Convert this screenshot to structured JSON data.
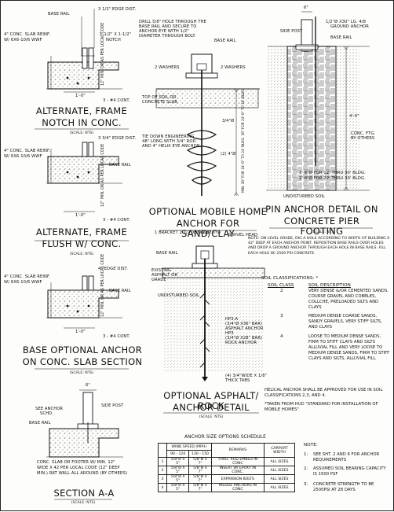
{
  "details": {
    "notch": {
      "title_l1": "ALTERNATE, FRAME",
      "title_l2": "NOTCH IN CONC.",
      "scale": "(SCALE: NTS)",
      "labels": {
        "base_rail": "BASE RAIL",
        "edge": "3 1/2\" EDGE DIST.",
        "slab_reinf": "4\" CONC. SLAB REINF.",
        "wwf": "W/ 6X6-10/6 WWF",
        "notch": "1-1/2\" X 1-1/2\"",
        "notch2": "NOTCH",
        "footing": "12\" MIN. OR AS PER LOCAL CODE",
        "dim": "1'-0\"",
        "cont": "3 - #4 CONT."
      }
    },
    "flush": {
      "title_l1": "ALTERNATE, FRAME",
      "title_l2": "FLUSH W/ CONC.",
      "scale": "(SCALE: NTS)",
      "labels": {
        "edge": "3 3/4\" EDGE DIST.",
        "slab_reinf": "4\" CONC. SLAB REINF.",
        "wwf": "W/ 6X6-10/6 WWF",
        "base_rail": "BASE RAIL",
        "footing": "12\" MIN. OR AS PER LOCAL CODE",
        "dim": "1'-0\"",
        "cont": "3 - #4 CONT."
      }
    },
    "base": {
      "title_l1": "BASE OPTIONAL ANCHOR",
      "title_l2": "ON CONC. SLAB SECTION",
      "scale": "(SCALE: NTS)",
      "labels": {
        "edge": "4\" EDGE DIST.",
        "slab_reinf": "4\" CONC. SLAB REINF.",
        "wwf": "W/ 6X6-10/6 WWF",
        "base_rail": "BASE RAIL",
        "footing": "12\" MIN. OR AS PER LOCAL CODE",
        "dim": "1'-0\"",
        "cont": "3 - #4 CONT."
      }
    },
    "section": {
      "title": "SECTION A-A",
      "scale": "(SCALE: NTS)",
      "labels": {
        "dim_top": "6\"",
        "see_anchor": "SEE ANCHOR",
        "see_anchor2": "SCHD.",
        "base_rail": "BASE RAIL",
        "side_post": "SIDE POST",
        "footer": "CONC. SLAB OR FOOTER W/ MIN. 12\"",
        "footer2": "WIDE X 42 PER LOCAL CODE (12\" DEEP",
        "footer3": "MIN.) RAT WALL ALL AROUND (BY OTHERS)"
      }
    },
    "mobile": {
      "title_l1": "OPTIONAL MOBILE HOME",
      "title_l2": "ANCHOR FOR SAND/CLAY",
      "scale": "(SCALE: NTS)",
      "labels": {
        "drill": "DRILL 5/8\" HOLE THROUGH THE",
        "drill2": "BASE RAIL AND SECURE TO",
        "drill3": "ANCHOR EYE WITH 1/2\"",
        "drill4": "DIAMETER THROUGH BOLT.",
        "base_rail": "BASE RAIL",
        "washers_l": "2 WASHERS",
        "washers_r": "2 WASHERS",
        "top_soil": "TOP OF SOIL OR",
        "top_soil2": "CONCRETE SLAB",
        "rod": "3/4\"Ø",
        "tiedown": "TIE DOWN ENGINEERING",
        "tiedown2": "48\" LONG WITH 3/4\" ROD",
        "tiedown3": "AND 4\" HELIX EYE ANCHOR.",
        "helix": "(2) 4\"Ø",
        "depth": "MIN. 30\" FOR 18'-0\" TO 24' BLDG. 36\" FOR 24'-0\" TO 30' BLDG."
      }
    },
    "pin": {
      "title_l1": "PIN ANCHOR DETAIL ON",
      "title_l2": "CONCRETE PIER FOOTING",
      "scale": "(SCALE: NTS)",
      "labels": {
        "dim_top": "6\"",
        "side_post": "SIDE POST",
        "anchor": "1/2\"Ø X30\" LG. 4/8",
        "anchor2": "GROUND ANCHOR",
        "base_rail": "BASE RAIL",
        "depth": "4'-0\"",
        "ftg": "CONC. FTG.",
        "ftg2": "BY OTHERS",
        "dia1": "1'-6\"Ø FOR 12' THRU 30' BLDG.",
        "dia2": "2'-6\"Ø FOR 22' THRU 30' BLDG.",
        "undisturbed": "UNDISTURBED SOIL"
      },
      "note": "NOTE: ON LEVEL GRADE, DIG A HOLE ACCORDING TO WIDTH OF BUILDING X 42\" DEEP AT EACH ANCHOR POINT. REPOSITION BASE RAILS OVER HOLES AND DROP A GROUND ANCHOR THROUGH EACH HOLE IN BASE RAILS. FILL EACH HOLE W/ 2500 PSI CONCRETE."
    },
    "asphalt": {
      "title_l1": "OPTIONAL ASPHALT/ ROCK",
      "title_l2": "ANCHOR DETAIL",
      "scale": "(SCALE: NTS)",
      "labels": {
        "bracket": "1 BRACKET 2 1/2\"X5\"X1/8\"",
        "swivel": "SWIVEL HEAD",
        "base_rail": "BASE RAIL",
        "existing": "EXISTING",
        "existing2": "ASPHALT OR",
        "existing3": "GRADE",
        "undisturbed": "UNDISTURBED SOIL",
        "hp3a": "HP3-A",
        "hp3a2": "(3/4\"Ø X36\" BAR)",
        "hp3a3": "ASPHALT ANCHOR",
        "hp3": "HP3",
        "hp32": "(3/4\"Ø X28\" BAR)",
        "hp33": "ROCK ANCHOR",
        "tabs": "(4) 3/4\"WIDE X 1/8\"",
        "tabs2": "THICK TABS"
      }
    }
  },
  "soil": {
    "heading": "SOIL CLASSIFICATIONS: *",
    "col_class": "SOIL CLASS",
    "col_desc": "SOIL DESCRIPTION",
    "rows": [
      {
        "cls": "2",
        "desc": "VERY DENSE &/OR CEMENTED SANDS, COURSE GRAVEL AND COBBLES, COLLCHE, PRELOADED SILTS AND CLAYS"
      },
      {
        "cls": "3",
        "desc": "MEDIUM DENSE COARSE SANDS, SANDY GRAVELS, VERY STIFF SILTS, AND CLAYS"
      },
      {
        "cls": "4",
        "desc": "LOOSE TO MEDIUM DENSE SANDS, FIRM TO STIFF CLAYS AND SILTS ALLUVIAL FILL AND VERY LOOSE TO MEDIUM DENSE SANDS, FIRM TO STIFF CLAYS AND SILTS, ALLUVIAL FILL"
      }
    ],
    "helical": "HELICAL ANCHOR SHALL BE APPROVED FOR USE IN SOIL CLASSIFICATIONS 2,3, AND 4.",
    "source": "*TAKEN FROM HUD \"STANDARD FOR INSTALLATION OF MOBILE HOMES\""
  },
  "schedule": {
    "title": "ANCHOR SIZE OPTIONS SCHEDULE",
    "wind_header": "WIND SPEED (MPH)",
    "cols": [
      "90 - 120",
      "130 - 150",
      "REMARKS",
      "CARPORT WIDTH"
    ],
    "rows": [
      {
        "n": "1",
        "a": "5/8\"Ø X 5\"",
        "b": "5/8\"Ø X 7\"",
        "r": "THRD. ROD EMBED IN CONC",
        "w": "ALL SIZES"
      },
      {
        "n": "2",
        "a": "5/8\"Ø X 5\"",
        "b": "5/8\"Ø X 7\"",
        "r": "INSERT W/ EPOXY IN CONC.",
        "w": "ALL SIZES"
      },
      {
        "n": "3",
        "a": "5/8\"Ø X 5\"",
        "b": "5/8\"Ø X 7\"",
        "r": "EXPANSION BOLTS",
        "w": "ALL SIZES"
      },
      {
        "n": "4",
        "a": "5/8\"Ø X 5\"",
        "b": "5/8\"Ø X 7\"",
        "r": "WEDGE ANCHORS IN CONC",
        "w": "ALL SIZES"
      }
    ]
  },
  "notes": {
    "heading": "NOTE:",
    "items": [
      {
        "n": "1:",
        "t": "SEE SHT. 2 AND 6 FOR ANCHOR REQUIREMENTS"
      },
      {
        "n": "2:",
        "t": "ASSUMED SOIL BEARING CAPACITY IS 1500 PSF"
      },
      {
        "n": "3:",
        "t": "CONCRETE STRENGTH TO BE 2500PSI AT 28 DAYS"
      }
    ]
  }
}
